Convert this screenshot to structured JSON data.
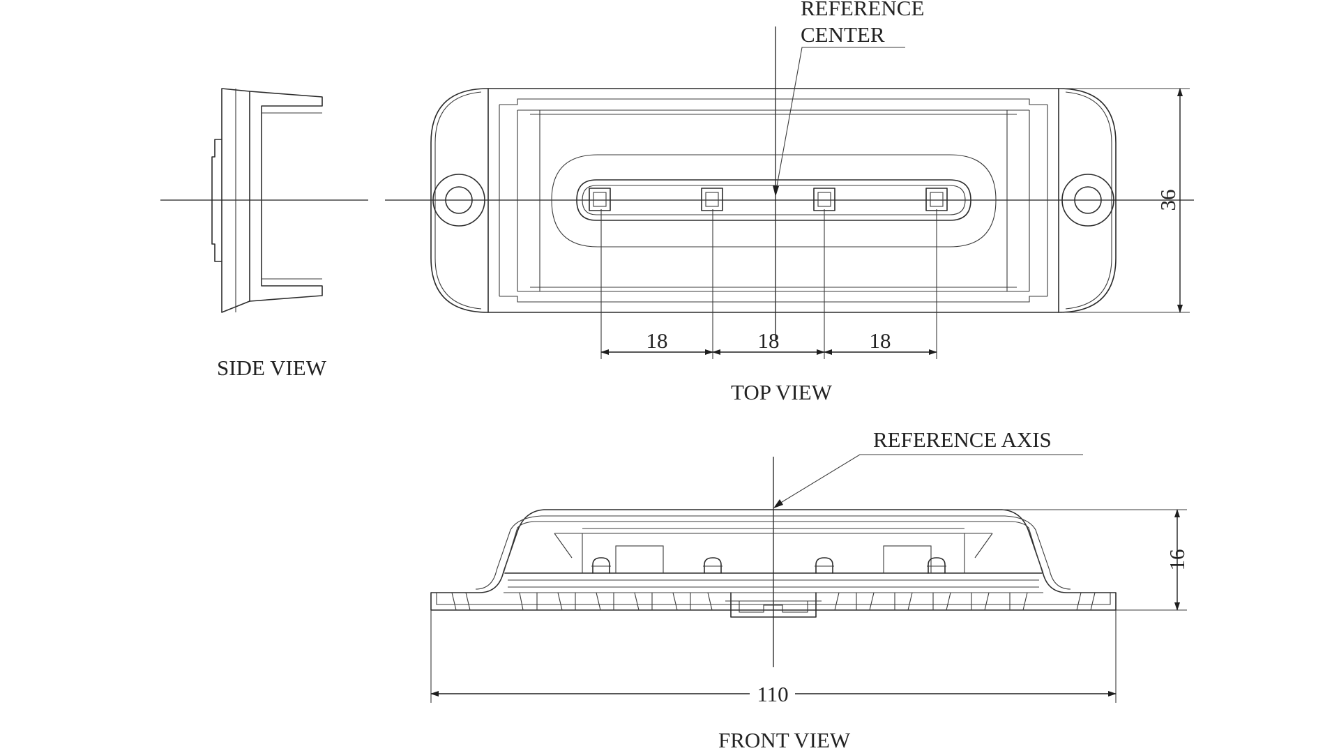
{
  "labels": {
    "side_view": "SIDE VIEW",
    "top_view": "TOP VIEW",
    "front_view": "FRONT VIEW",
    "reference_center_line1": "REFERENCE",
    "reference_center_line2": "CENTER",
    "reference_axis": "REFERENCE AXIS"
  },
  "dimensions": {
    "led_pitch_1": "18",
    "led_pitch_2": "18",
    "led_pitch_3": "18",
    "height_top": "36",
    "height_front": "16",
    "overall_width": "110"
  },
  "colors": {
    "line": "#2b2b2b",
    "background": "#ffffff"
  }
}
